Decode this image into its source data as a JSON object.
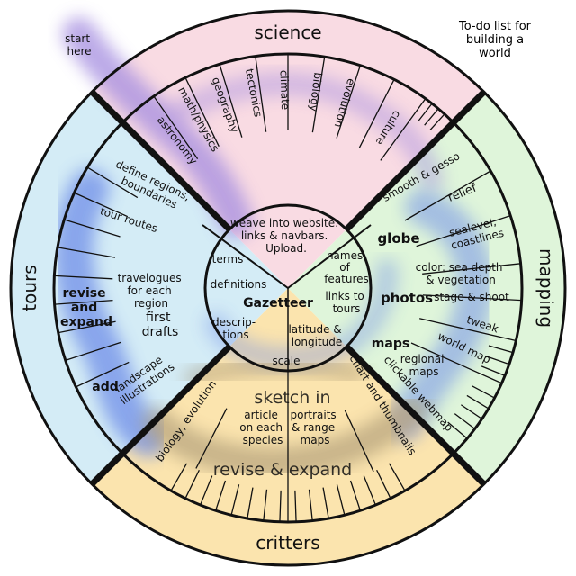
{
  "title": [
    "To-do list for",
    "building a",
    "world"
  ],
  "start": [
    "start",
    "here"
  ],
  "sectors": {
    "science": "science",
    "mapping": "mapping",
    "critters": "critters",
    "tours": "tours"
  },
  "science_items": [
    "astronomy",
    "math/physics",
    "geography",
    "tectonics",
    "climate",
    "biology",
    "evolution",
    "culture"
  ],
  "mapping": {
    "smooth": "smooth & gesso",
    "relief": "relief",
    "sealevel": [
      "sealevel,",
      "coastlines"
    ],
    "globe": "globe",
    "color": [
      "color: sea depth",
      "& vegetation"
    ],
    "photos": "photos",
    "stage": "stage & shoot",
    "tweak": "tweak",
    "maps": "maps",
    "world_map": "world map",
    "regional": [
      "regional",
      "maps"
    ],
    "clickable": "clickable webmap",
    "chart": "chart and thumbnails"
  },
  "critters": {
    "sketch": "sketch in",
    "article": [
      "article",
      "on each",
      "species"
    ],
    "portraits": [
      "portraits",
      "& range",
      "maps"
    ],
    "revise": "revise & expand",
    "biology": "biology, evolution"
  },
  "tours": {
    "define": [
      "define regions,",
      "boundaries"
    ],
    "routes": "tour routes",
    "travelogues": [
      "travelogues",
      "for each",
      "region"
    ],
    "revise": [
      "revise",
      "and",
      "expand"
    ],
    "drafts": [
      "first",
      "drafts"
    ],
    "add": "add",
    "landscape": [
      "landscape",
      "illustrations"
    ]
  },
  "hub": {
    "weave": [
      "weave into website:",
      "links & navbars.",
      "Upload."
    ],
    "terms": "terms",
    "definitions": "definitions",
    "gazetteer": "Gazetteer",
    "descriptions": [
      "descrip-",
      "tions"
    ],
    "names": [
      "names",
      "of",
      "features"
    ],
    "links": [
      "links to",
      "tours"
    ],
    "latlong": [
      "latitude &",
      "longitude"
    ],
    "scale": "scale"
  },
  "colors": {
    "science": "#f9dbe3",
    "mapping": "#dff5da",
    "critters": "#fbe4ae",
    "tours": "#d4ecf6",
    "purple_path": "#a58ee0",
    "blue_path": "#6f8ee8",
    "ink": "#111111",
    "accent_text": "#6b7fe0"
  }
}
